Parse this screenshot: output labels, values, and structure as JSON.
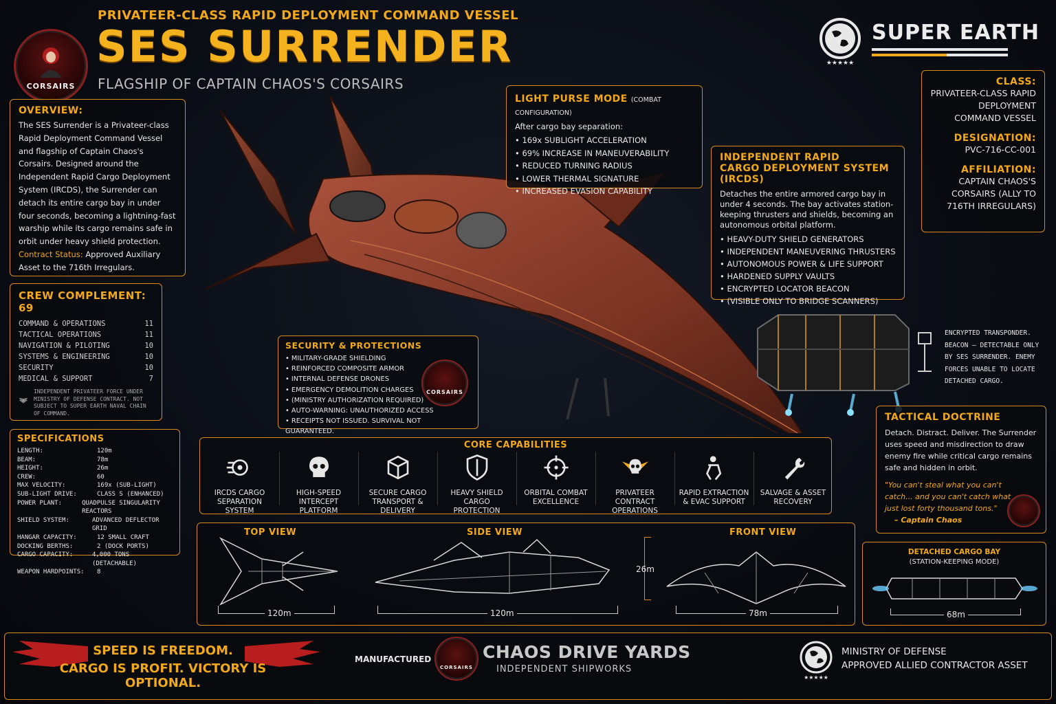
{
  "header": {
    "subtitle_top": "PRIVATEER-CLASS RAPID DEPLOYMENT COMMAND VESSEL",
    "title": "SES SURRENDER",
    "subtitle": "FLAGSHIP OF CAPTAIN CHAOS'S CORSAIRS",
    "emblem_text": "CORSAIRS"
  },
  "brand": {
    "name": "SUPER EARTH"
  },
  "overview": {
    "heading": "OVERVIEW:",
    "body": "The SES Surrender is a Privateer-class Rapid Deployment Command Vessel and flagship of Captain Chaos's Corsairs. Designed around the Independent Rapid Cargo Deployment System (IRCDS), the Surrender can detach its entire cargo bay in under four seconds, becoming a lightning-fast warship while its cargo remains safe in orbit under heavy shield protection.",
    "contract_label": "Contract Status:",
    "contract_value": "Approved Auxiliary Asset to the 716th Irregulars."
  },
  "crew": {
    "heading": "CREW COMPLEMENT: 69",
    "rows": [
      {
        "label": "COMMAND & OPERATIONS",
        "value": "11"
      },
      {
        "label": "TACTICAL OPERATIONS",
        "value": "11"
      },
      {
        "label": "NAVIGATION & PILOTING",
        "value": "10"
      },
      {
        "label": "SYSTEMS & ENGINEERING",
        "value": "10"
      },
      {
        "label": "SECURITY",
        "value": "10"
      },
      {
        "label": "MEDICAL & SUPPORT",
        "value": "7"
      }
    ],
    "note": "INDEPENDENT PRIVATEER FORCE UNDER MINISTRY OF DEFENSE CONTRACT. NOT SUBJECT TO SUPER EARTH NAVAL CHAIN OF COMMAND."
  },
  "specs": {
    "heading": "SPECIFICATIONS",
    "rows": [
      {
        "label": "LENGTH:",
        "value": "120m"
      },
      {
        "label": "BEAM:",
        "value": "78m"
      },
      {
        "label": "HEIGHT:",
        "value": "26m"
      },
      {
        "label": "CREW:",
        "value": "60"
      },
      {
        "label": "MAX VELOCITY:",
        "value": "169x (SUB-LIGHT)"
      },
      {
        "label": "SUB-LIGHT DRIVE:",
        "value": "CLASS S (ENHANCED)"
      },
      {
        "label": "POWER PLANT:",
        "value": "QUADPULSE SINGULARITY REACTORS"
      },
      {
        "label": "SHIELD SYSTEM:",
        "value": "ADVANCED DEFLECTOR GRID"
      },
      {
        "label": "HANGAR CAPACITY:",
        "value": "12 SMALL CRAFT"
      },
      {
        "label": "DOCKING BERTHS:",
        "value": "2 (DOCK PORTS)"
      },
      {
        "label": "CARGO CAPACITY:",
        "value": "4,000 TONS (DETACHABLE)"
      },
      {
        "label": "WEAPON HARDPOINTS:",
        "value": "8"
      }
    ]
  },
  "light_purse": {
    "heading": "LIGHT PURSE MODE",
    "heading_sub": "(COMBAT CONFIGURATION)",
    "intro": "After cargo bay separation:",
    "items": [
      "169x SUBLIGHT ACCELERATION",
      "69% INCREASE IN MANEUVERABILITY",
      "REDUCED TURNING RADIUS",
      "LOWER THERMAL SIGNATURE",
      "INCREASED EVASION CAPABILITY"
    ]
  },
  "ircds": {
    "heading1": "INDEPENDENT RAPID",
    "heading2": "CARGO DEPLOYMENT SYSTEM (IRCDS)",
    "body": "Detaches the entire armored cargo bay in under 4 seconds. The bay activates station-keeping thrusters and shields, becoming an autonomous orbital platform.",
    "items": [
      "HEAVY-DUTY SHIELD GENERATORS",
      "INDEPENDENT MANEUVERING THRUSTERS",
      "AUTONOMOUS POWER & LIFE SUPPORT",
      "HARDENED SUPPLY VAULTS",
      "ENCRYPTED LOCATOR BEACON",
      "(VISIBLE ONLY TO BRIDGE SCANNERS)"
    ]
  },
  "classinfo": {
    "class_label": "CLASS:",
    "class_value": "PRIVATEER-CLASS RAPID DEPLOYMENT COMMAND VESSEL",
    "designation_label": "DESIGNATION:",
    "designation_value": "PVC-716-CC-001",
    "affiliation_label": "AFFILIATION:",
    "affiliation_value": "CAPTAIN CHAOS'S CORSAIRS (ALLY TO 716TH IRREGULARS)"
  },
  "transponder": {
    "text": "ENCRYPTED TRANSPONDER. BEACON – DETECTABLE ONLY BY SES SURRENDER. ENEMY FORCES UNABLE TO LOCATE DETACHED CARGO."
  },
  "security": {
    "heading": "SECURITY & PROTECTIONS",
    "items": [
      "MILITARY-GRADE SHIELDING",
      "REINFORCED COMPOSITE ARMOR",
      "INTERNAL DEFENSE DRONES",
      "EMERGENCY DEMOLITION CHARGES",
      "(MINISTRY AUTHORIZATION REQUIRED)",
      "AUTO-WARNING: UNAUTHORIZED ACCESS",
      "RECEIPTS NOT ISSUED. SURVIVAL NOT GUARANTEED."
    ]
  },
  "doctrine": {
    "heading": "TACTICAL DOCTRINE",
    "body": "Detach. Distract. Deliver. The Surrender uses speed and misdirection to draw enemy fire while critical cargo remains safe and hidden in orbit.",
    "quote": "\"You can't steal what you can't catch... and you can't catch what just lost forty thousand tons.\"",
    "author": "– Captain Chaos"
  },
  "capabilities": {
    "heading": "CORE CAPABILITIES",
    "items": [
      {
        "label": "IRCDS CARGO SEPARATION SYSTEM",
        "icon": "cargo-separation-icon"
      },
      {
        "label": "HIGH-SPEED INTERCEPT PLATFORM",
        "icon": "skull-icon"
      },
      {
        "label": "SECURE CARGO TRANSPORT & DELIVERY",
        "icon": "cargo-crate-icon"
      },
      {
        "label": "HEAVY SHIELD CARGO PROTECTION",
        "icon": "shield-icon"
      },
      {
        "label": "ORBITAL COMBAT EXCELLENCE",
        "icon": "crosshair-icon"
      },
      {
        "label": "PRIVATEER CONTRACT OPERATIONS",
        "icon": "winged-skull-icon"
      },
      {
        "label": "RAPID EXTRACTION & EVAC SUPPORT",
        "icon": "extraction-icon"
      },
      {
        "label": "SALVAGE & ASSET RECOVERY",
        "icon": "wrench-icon"
      }
    ]
  },
  "views": {
    "top": {
      "label": "TOP VIEW",
      "dim": "120m"
    },
    "side": {
      "label": "SIDE VIEW",
      "dim": "120m",
      "height": "26m"
    },
    "front": {
      "label": "FRONT VIEW",
      "dim": "78m"
    }
  },
  "cargo_bay": {
    "heading": "DETACHED CARGO BAY",
    "sub": "(STATION-KEEPING MODE)",
    "dim": "68m"
  },
  "footer": {
    "slogan1": "SPEED IS FREEDOM.",
    "slogan2": "CARGO IS PROFIT. VICTORY IS OPTIONAL.",
    "manufactured_by": "MANUFACTURED BY",
    "maker": "CHAOS DRIVE YARDS",
    "maker_sub": "INDEPENDENT SHIPWORKS",
    "ministry1": "MINISTRY OF DEFENSE",
    "ministry2": "APPROVED ALLIED CONTRACTOR ASSET"
  },
  "colors": {
    "accent": "#f2a81d",
    "hull": "#8a3a26",
    "border": "#d98a1e"
  }
}
